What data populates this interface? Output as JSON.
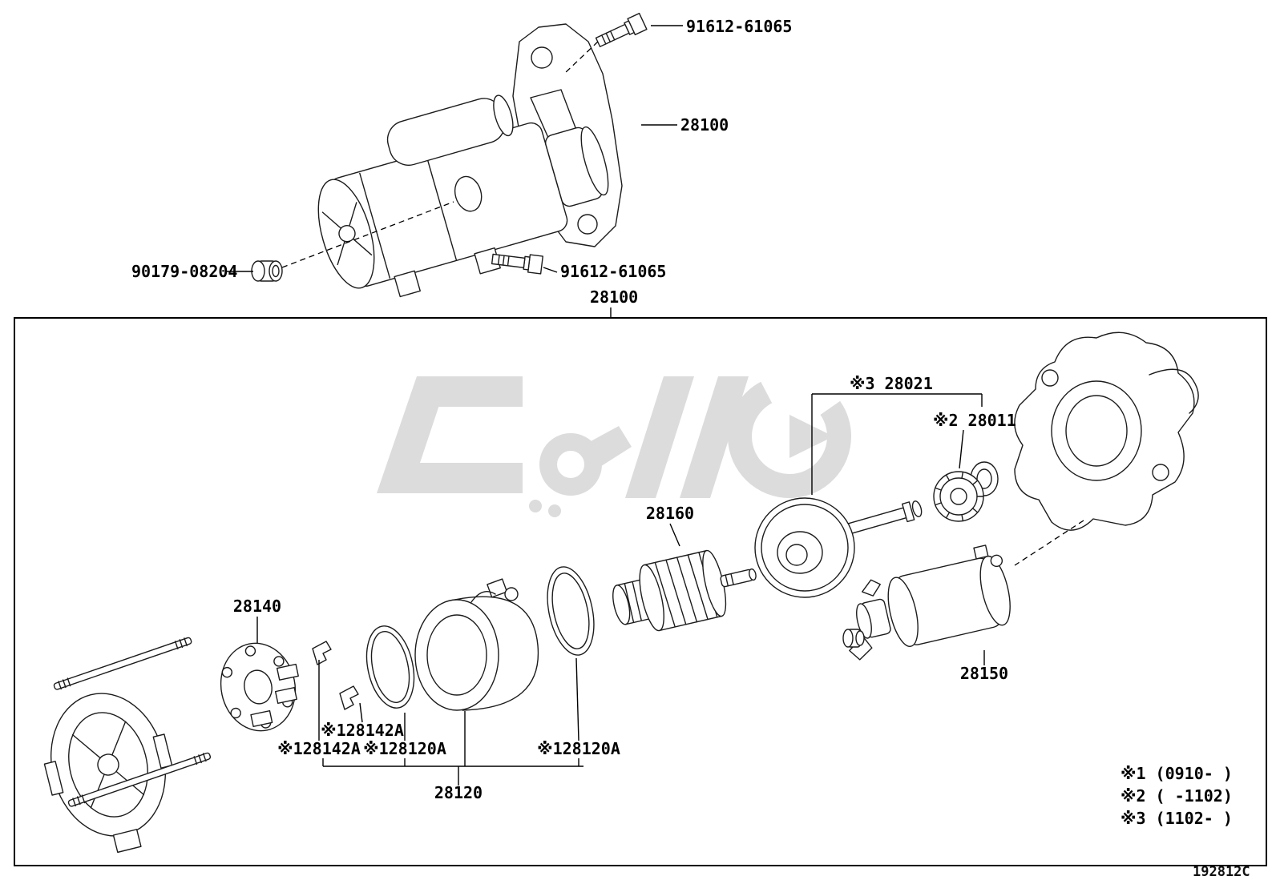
{
  "page": {
    "footer_code": "192812C",
    "watermark_icon": "arabic-script-logo-watermark"
  },
  "assembly_view": {
    "bolt_top_label": "91612-61065",
    "assembly_label": "28100",
    "nut_label": "90179-08204",
    "bolt_bottom_label": "91612-61065",
    "exploded_ref_label": "28100"
  },
  "exploded_view": {
    "clutch_label": "※3 28021",
    "pinion_label": "※2 28011",
    "armature_label": "28160",
    "brush_holder_label": "28140",
    "solenoid_label": "28150",
    "clip_label_top": "※128142A",
    "clip_label_bottom": "※128142A",
    "oring_label_left": "※128120A",
    "oring_label_right": "※128120A",
    "field_frame_label": "28120",
    "notes": [
      "※1 (0910-     )",
      "※2 (    -1102)",
      "※3 (1102-     )"
    ]
  }
}
